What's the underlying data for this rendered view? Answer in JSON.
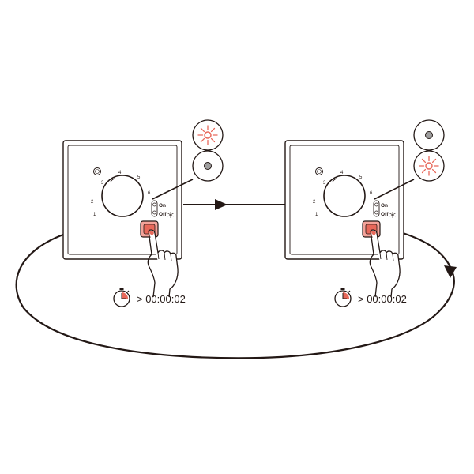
{
  "colors": {
    "ink": "#231815",
    "accent_red": "#e8685a",
    "accent_fill": "#f4a39a",
    "led_gray": "#9e9e9e"
  },
  "dial": {
    "scale_labels": [
      "1",
      "2",
      "3",
      "4",
      "5",
      "6"
    ]
  },
  "switch": {
    "on_label": "On",
    "off_label": "Off"
  },
  "steps": [
    {
      "timer_label": "> 00:00:02",
      "top_led": "lit",
      "bottom_led": "dim"
    },
    {
      "timer_label": "> 00:00:02",
      "top_led": "dim",
      "bottom_led": "lit"
    }
  ],
  "icons": [
    "stopwatch-icon",
    "hand-press-icon",
    "led-lit-icon",
    "led-dim-icon",
    "snowflake-icon",
    "cycle-arrow-icon"
  ]
}
